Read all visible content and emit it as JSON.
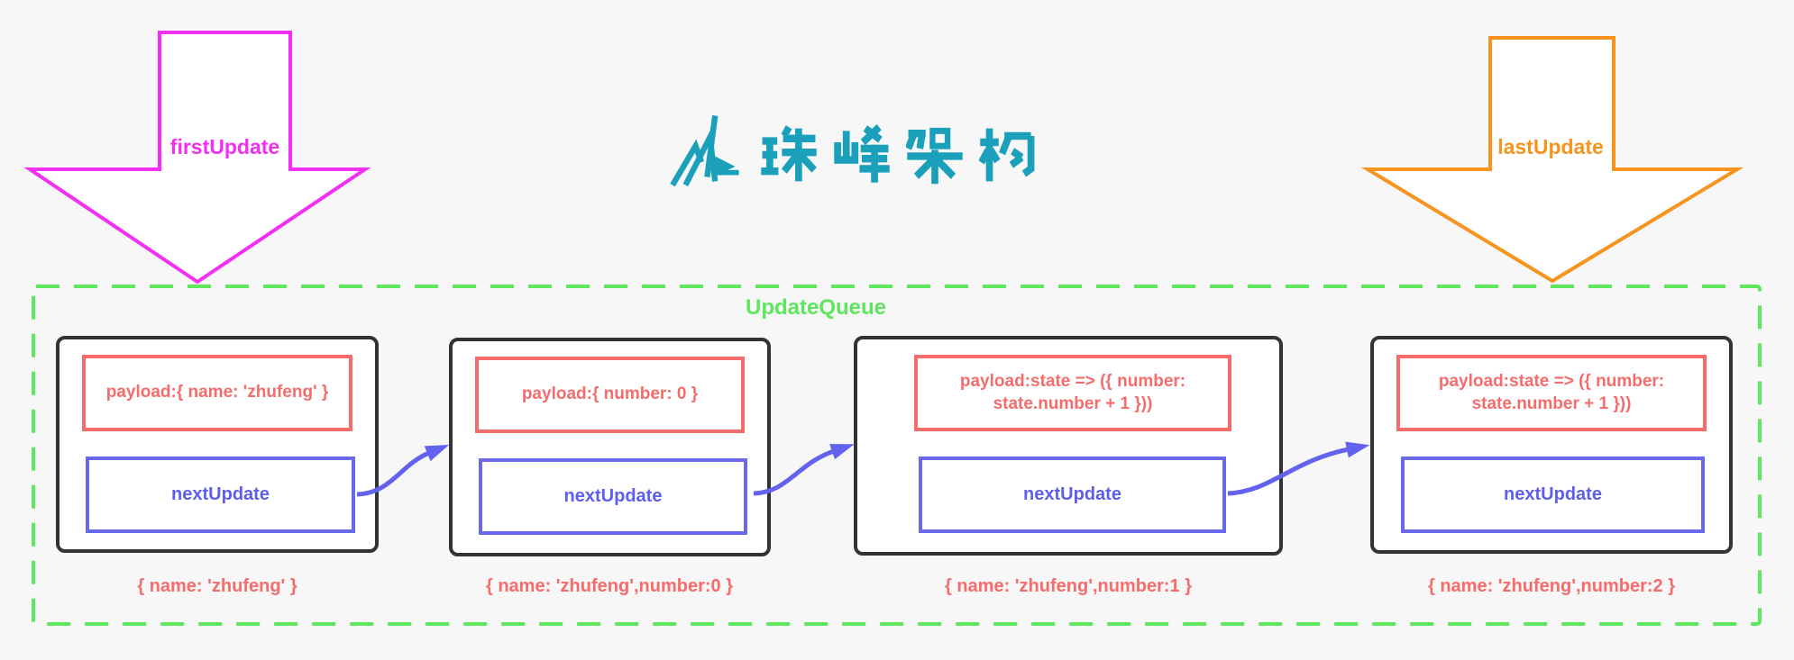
{
  "colors": {
    "background": "#f7f7f7",
    "first_update_arrow": "#f42ff4",
    "last_update_arrow": "#f7941f",
    "queue_border_green": "#5fe65f",
    "payload_red": "#f56c6c",
    "next_update_blue": "#6969ee",
    "node_border_black": "#333333",
    "logo_teal": "#1aa0bb"
  },
  "arrows": {
    "first": {
      "label": "firstUpdate"
    },
    "last": {
      "label": "lastUpdate"
    }
  },
  "logo": {
    "text": "珠峰架构",
    "icon": "mountain-logo-icon"
  },
  "queue": {
    "label": "UpdateQueue",
    "nodes": [
      {
        "payload": "payload:{ name: 'zhufeng' }",
        "next": "nextUpdate",
        "result": "{ name: 'zhufeng' }"
      },
      {
        "payload": "payload:{ number: 0 }",
        "next": "nextUpdate",
        "result": "{ name: 'zhufeng',number:0 }"
      },
      {
        "payload": "payload:state => ({ number: state.number + 1 }))",
        "next": "nextUpdate",
        "result": "{ name: 'zhufeng',number:1 }"
      },
      {
        "payload": "payload:state => ({ number: state.number + 1 }))",
        "next": "nextUpdate",
        "result": "{ name: 'zhufeng',number:2 }"
      }
    ]
  }
}
